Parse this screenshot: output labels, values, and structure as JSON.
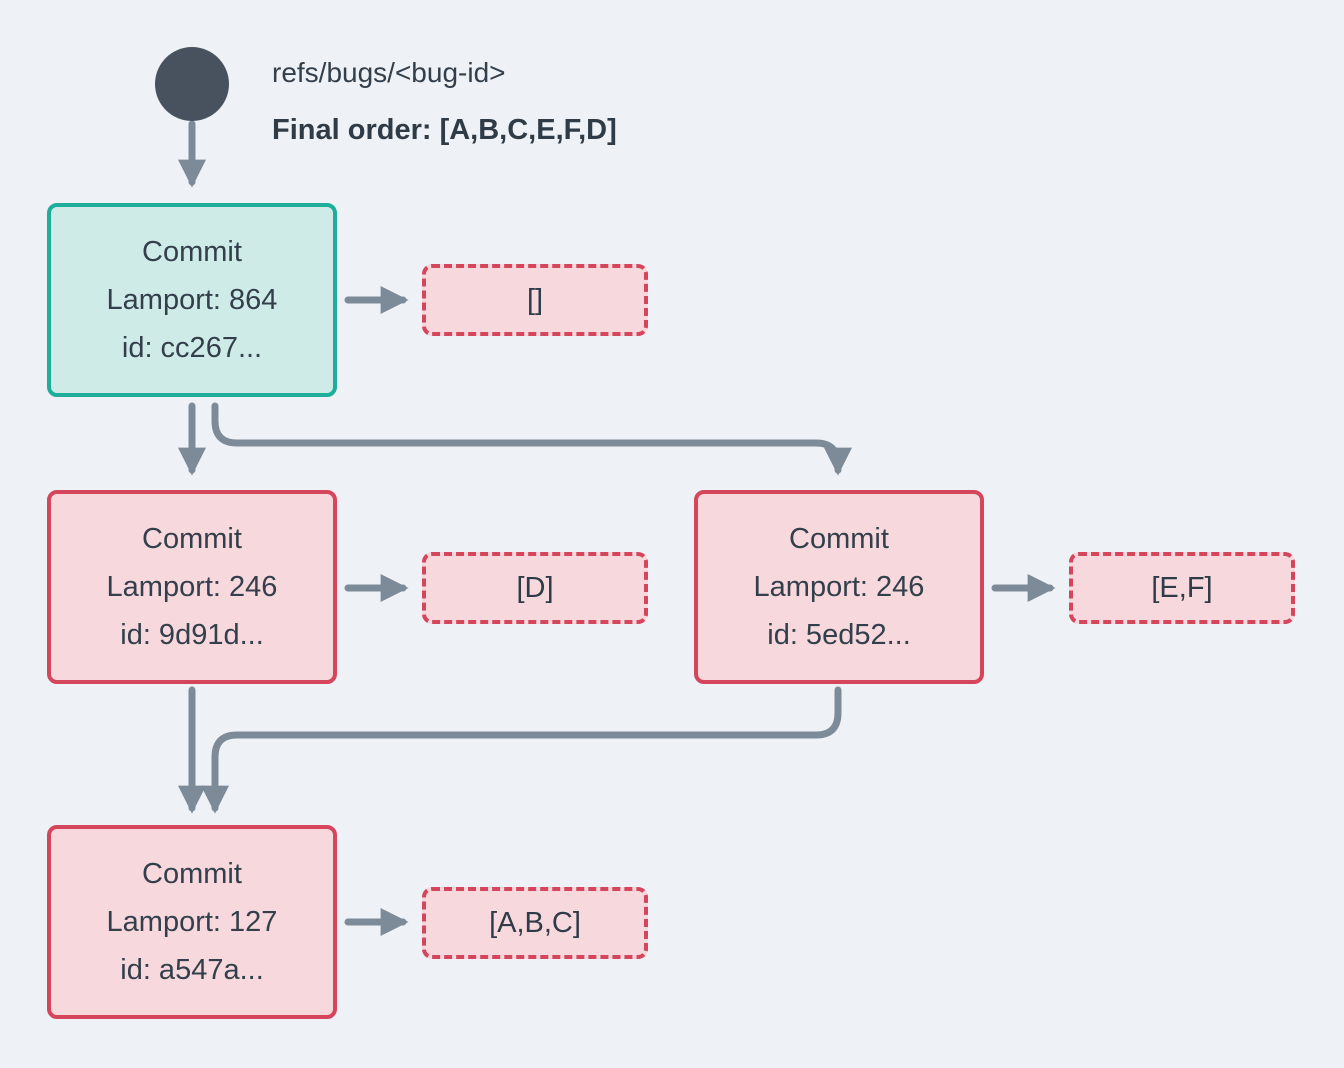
{
  "header": {
    "ref_name": "refs/bugs/<bug-id>",
    "final_order": "Final order: [A,B,C,E,F,D]"
  },
  "commits": {
    "root": {
      "title": "Commit",
      "lamport": "Lamport: 864",
      "id": "id: cc267...",
      "payload": "[]"
    },
    "left": {
      "title": "Commit",
      "lamport": "Lamport: 246",
      "id": "id: 9d91d...",
      "payload": "[D]"
    },
    "right": {
      "title": "Commit",
      "lamport": "Lamport: 246",
      "id": "id: 5ed52...",
      "payload": "[E,F]"
    },
    "bottom": {
      "title": "Commit",
      "lamport": "Lamport: 127",
      "id": "id: a547a...",
      "payload": "[A,B,C]"
    }
  },
  "colors": {
    "background": "#eef1f5",
    "text": "#333f4b",
    "arrow": "#7d8b99",
    "ref_node": "#47525e",
    "teal_border": "#1fad9c",
    "teal_fill": "#cfebe8",
    "red_border": "#d5455c",
    "pink_fill": "#f7d8dd"
  }
}
